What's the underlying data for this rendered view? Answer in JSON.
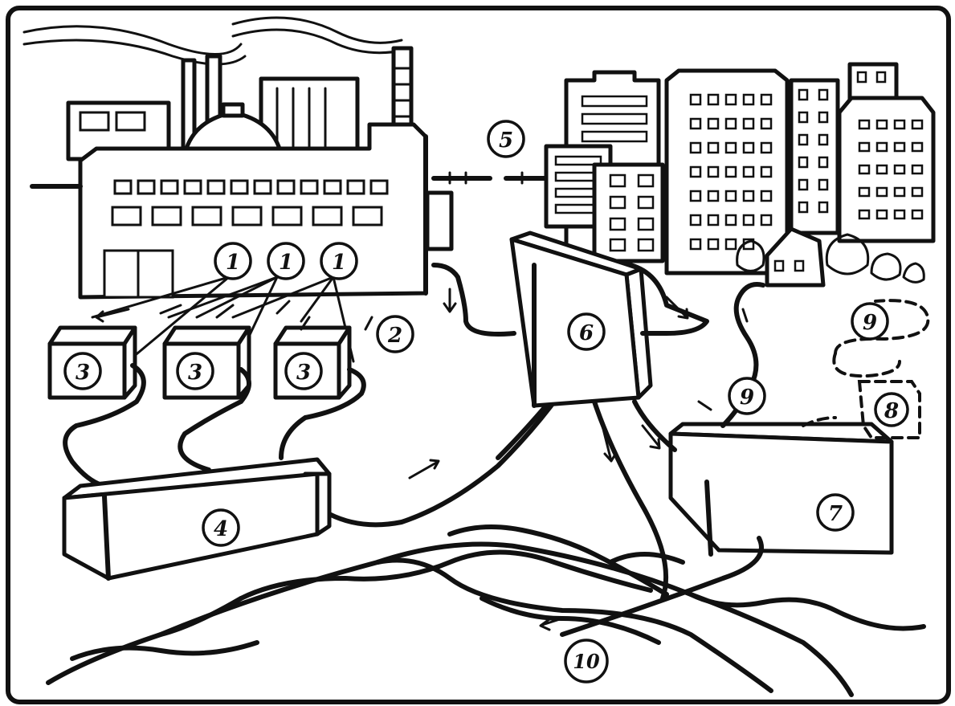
{
  "diagram": {
    "frame": "rounded-rectangle border",
    "labels": {
      "emission_sources": [
        "1",
        "1",
        "1"
      ],
      "stack_dispersion": "2",
      "local_treatment_units": [
        "3",
        "3",
        "3"
      ],
      "collector_unit": "4",
      "urban_area": "5",
      "central_treatment_unit": "6",
      "secondary_unit": "7",
      "optional_unit": "8",
      "flow_marker_upper": "9",
      "flow_marker_lower": "9",
      "discharge_point": "10"
    },
    "icons": [
      "factory-icon",
      "chimney-icon",
      "city-skyline-icon",
      "cottage-icon",
      "tree-icon",
      "arrow-icon"
    ]
  }
}
